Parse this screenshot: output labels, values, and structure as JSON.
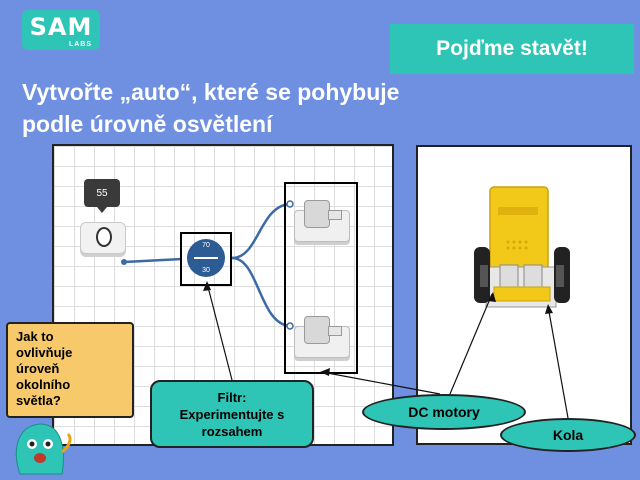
{
  "logo": {
    "main": "SAM",
    "sub": "LABS"
  },
  "banner": "Pojďme stavět!",
  "headline": {
    "line1": "Vytvořte „auto“, které se pohybuje",
    "line2": "podle úrovně osvětlení"
  },
  "canvas": {
    "sensor_value": "55",
    "filter": {
      "upper": "70",
      "lower": "30"
    }
  },
  "question": [
    "Jak to",
    "ovlivňuje",
    "úroveň",
    "okolního",
    "světla?"
  ],
  "filter_callout": [
    "Filtr:",
    "Experimentujte s",
    "rozsahem"
  ],
  "motors_label": "DC motory",
  "wheels_label": "Kola",
  "colors": {
    "background": "#6f8fe0",
    "accent": "#2ec4b6",
    "question_bg": "#f7c96a",
    "node_blue": "#2d5b94"
  },
  "icons": [
    "sam-labs-logo",
    "light-sensor-icon",
    "filter-node-icon",
    "dc-motor-icon",
    "mascot-icon"
  ]
}
